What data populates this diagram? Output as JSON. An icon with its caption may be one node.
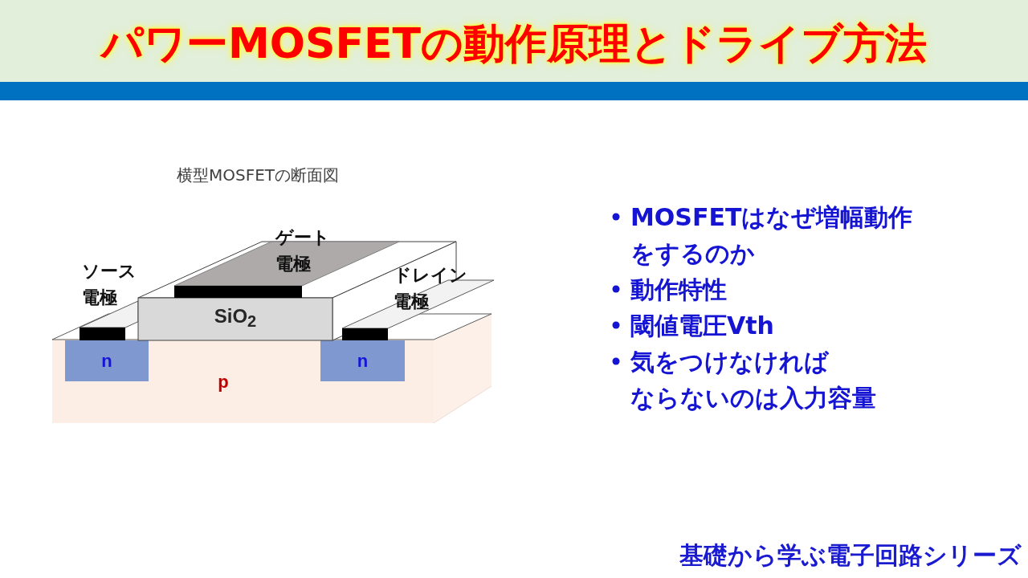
{
  "diagram": {
    "title": "パワーMOSFETの動作原理とドライブ方法",
    "caption": "横型MOSFETの断面図",
    "nodes": [
      {
        "text": [
          "SiO$_{2}$"
        ]
      },
      {
        "text": [
          "p"
        ]
      },
      {
        "text": [
          "n"
        ],
        "in": 1
      },
      {
        "text": [
          "n"
        ],
        "in": 1
      }
    ],
    "labels": [
      "ゲート電極",
      "ソース電極",
      "ドレイン電極",
      "MOSFETはなぜ増幅動作をするのか",
      "動作特性",
      "閾値電圧Vth",
      "気をつけなければならないのは入力容量",
      "基礎から学ぶ電子回路シリーズ"
    ]
  }
}
